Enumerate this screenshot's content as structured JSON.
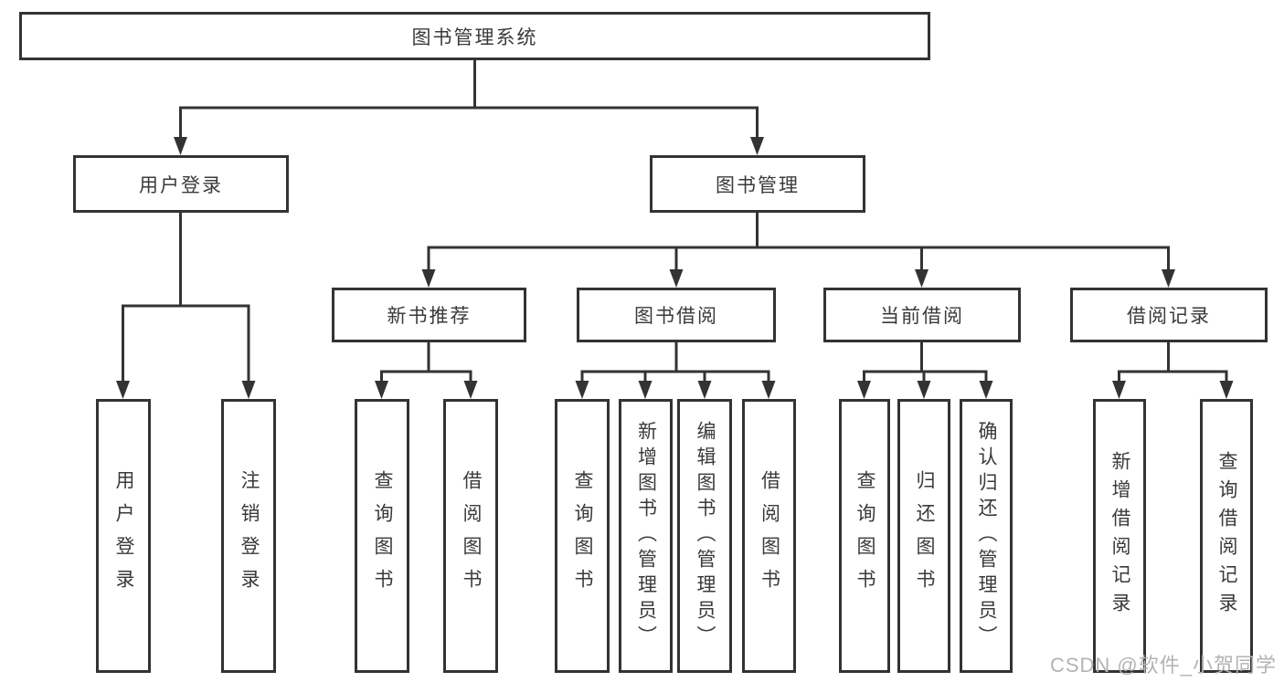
{
  "diagram": {
    "root": "图书管理系统",
    "branches": {
      "user_login": "用户登录",
      "book_management": "图书管理"
    },
    "modules": {
      "new_book_recommend": "新书推荐",
      "book_borrow": "图书借阅",
      "current_borrow": "当前借阅",
      "borrow_records": "借阅记录"
    },
    "leaves": {
      "user_login": "用户登录",
      "logout": "注销登录",
      "nb_query_books": "查询图书",
      "nb_borrow_books": "借阅图书",
      "bb_query_books": "查询图书",
      "bb_add_books_admin": "新增图书（管理员）",
      "bb_edit_books_admin": "编辑图书（管理员）",
      "bb_borrow_books": "借阅图书",
      "cb_query_books": "查询图书",
      "cb_return_books": "归还图书",
      "cb_confirm_return_admin": "确认归还（管理员）",
      "br_add_record": "新增借阅记录",
      "br_query_record": "查询借阅记录"
    }
  },
  "watermark": "CSDN @软件_小贺同学",
  "colors": {
    "line": "#333333",
    "text": "#3a3a3a",
    "watermark": "#b3b3b3",
    "background": "#ffffff"
  }
}
